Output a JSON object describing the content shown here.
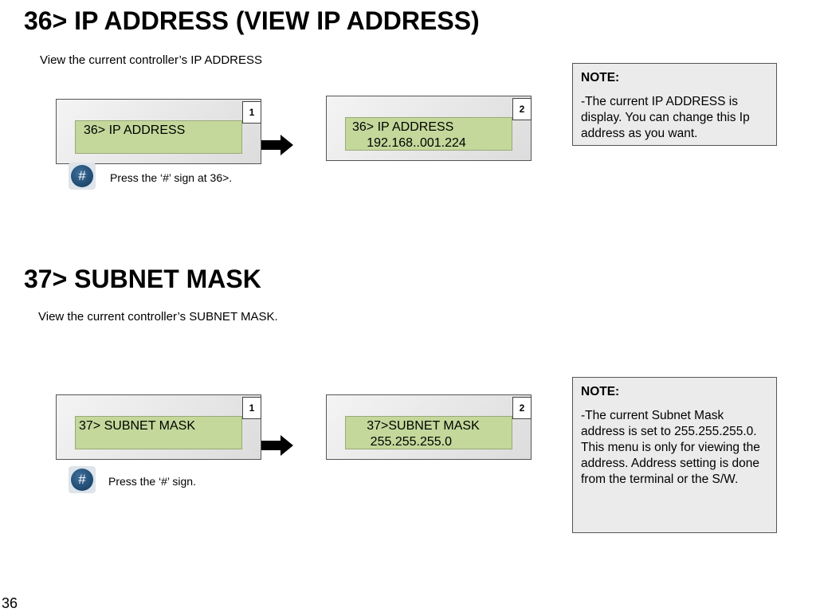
{
  "section1": {
    "title": "36> IP ADDRESS (VIEW IP ADDRESS)",
    "description": "View the current controller’s IP ADDRESS",
    "step1": {
      "badge": "1",
      "line1": "36> IP ADDRESS"
    },
    "step2": {
      "badge": "2",
      "line1": "36> IP ADDRESS",
      "line2": "     192.168..001.224"
    },
    "key_symbol": "#",
    "press_text": "Press the ‘#’ sign at 36>.",
    "note": {
      "heading": "NOTE:",
      "body": "-The current IP ADDRESS is display. You can change this Ip address as you want."
    }
  },
  "section2": {
    "title": "37> SUBNET MASK",
    "description": "View the current controller’s SUBNET MASK.",
    "step1": {
      "badge": "1",
      "line1": "37> SUBNET MASK"
    },
    "step2": {
      "badge": "2",
      "line1": "     37>SUBNET MASK",
      "line2": "      255.255.255.0"
    },
    "key_symbol": "#",
    "press_text": "Press the ‘#’ sign.",
    "note": {
      "heading": "NOTE:",
      "body": "-The current Subnet Mask address  is set to 255.255.255.0. This menu is only for viewing the address. Address setting is done from the terminal or the S/W."
    }
  },
  "page_number": "36",
  "colors": {
    "lcd_screen": "#c3d89a",
    "lcd_body": "#e9e9e9",
    "note_bg": "#ebebeb",
    "hash_key": "#1d4a72"
  }
}
